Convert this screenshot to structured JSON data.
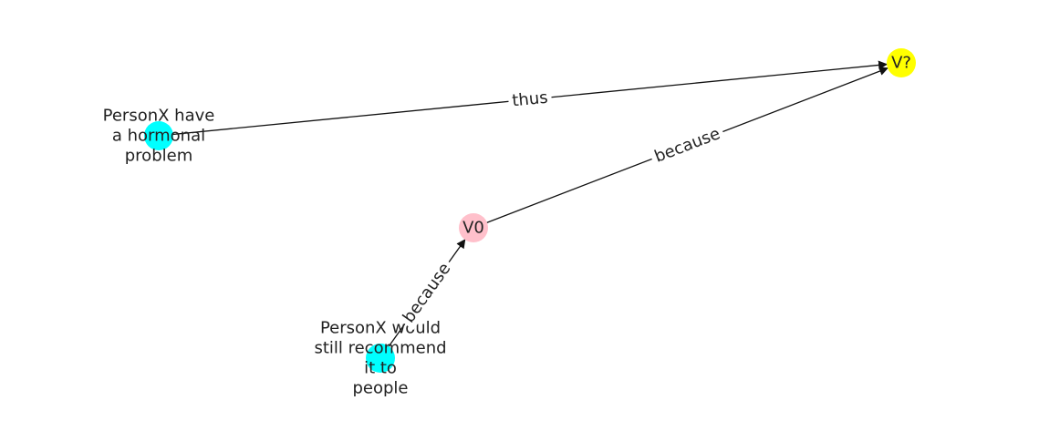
{
  "nodes": [
    {
      "id": "n1",
      "name": "node-personx-hormonal",
      "lines": [
        "PersonX have",
        "a hormonal",
        "problem"
      ],
      "color": "#00ffff"
    },
    {
      "id": "n2",
      "name": "node-personx-recommend",
      "lines": [
        "PersonX would",
        "still recommend",
        "it to",
        "people"
      ],
      "color": "#00ffff"
    },
    {
      "id": "n3",
      "name": "node-v0",
      "lines": [
        "V0"
      ],
      "color": "#ffc0cb"
    },
    {
      "id": "n4",
      "name": "node-v-question",
      "lines": [
        "V?"
      ],
      "color": "#ffff00"
    }
  ],
  "edges": [
    {
      "name": "edge-hormonal-to-vq",
      "from": "n1",
      "to": "n4",
      "label": "thus"
    },
    {
      "name": "edge-v0-to-vq",
      "from": "n3",
      "to": "n4",
      "label": "because"
    },
    {
      "name": "edge-recommend-to-v0",
      "from": "n2",
      "to": "n3",
      "label": "because"
    }
  ]
}
